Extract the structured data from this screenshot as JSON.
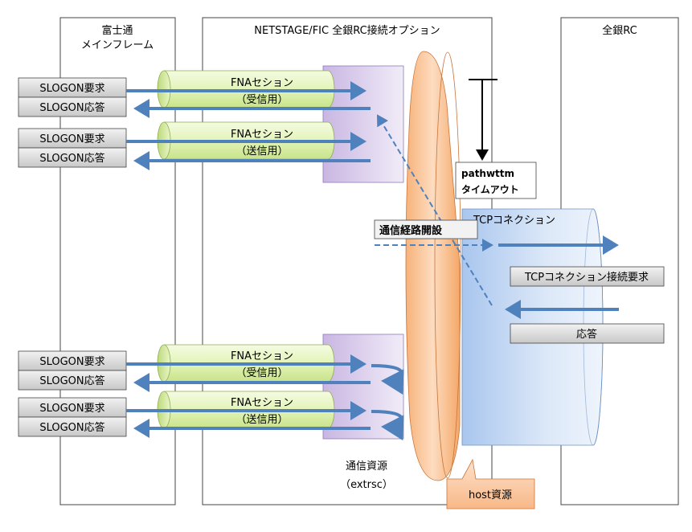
{
  "columns": {
    "mainframe_line1": "富士通",
    "mainframe_line2": "メインフレーム",
    "netstage": "NETSTAGE/FIC 全銀RC接続オプション",
    "zengin": "全銀RC"
  },
  "slogon": {
    "request": "SLOGON要求",
    "response": "SLOGON応答"
  },
  "fna": {
    "label": "FNAセション",
    "receive": "（受信用）",
    "send": "（送信用）"
  },
  "pathwttm_line1": "pathwttm",
  "pathwttm_line2": "タイムアウト",
  "tcp_connection": "TCPコネクション",
  "route_open": "通信経路開設",
  "tcp_connect_request": "TCPコネクション接続要求",
  "response": "応答",
  "comm_resource_line1": "通信資源",
  "comm_resource_line2": "（extrsc）",
  "host_resource": "host資源",
  "colors": {
    "arrow": "#4f81bd",
    "fna_tube": "#e6f5c0",
    "purple_box": "#d9ccea",
    "orange_tube": "#fbc9a0",
    "tcp_tube": "#c9dcf5",
    "gray_box": "#d9d9d9"
  }
}
